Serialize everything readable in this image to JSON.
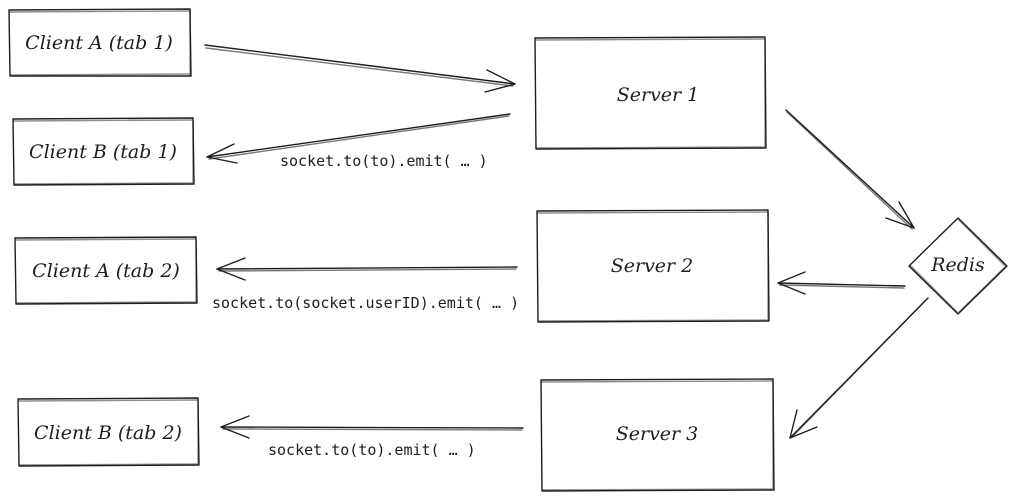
{
  "diagram": {
    "nodes": {
      "client_a_tab1": "Client A (tab 1)",
      "client_b_tab1": "Client B (tab 1)",
      "client_a_tab2": "Client A (tab 2)",
      "client_b_tab2": "Client B (tab 2)",
      "server1": "Server 1",
      "server2": "Server 2",
      "server3": "Server 3",
      "redis": "Redis"
    },
    "edge_labels": {
      "server1_to_client_b_tab1": "socket.to(to).emit( … )",
      "server2_to_client_a_tab2": "socket.to(socket.userID).emit( … )",
      "server3_to_client_b_tab2": "socket.to(to).emit( … )"
    },
    "colors": {
      "stroke": "#1e1e1e",
      "background": "#ffffff"
    }
  }
}
